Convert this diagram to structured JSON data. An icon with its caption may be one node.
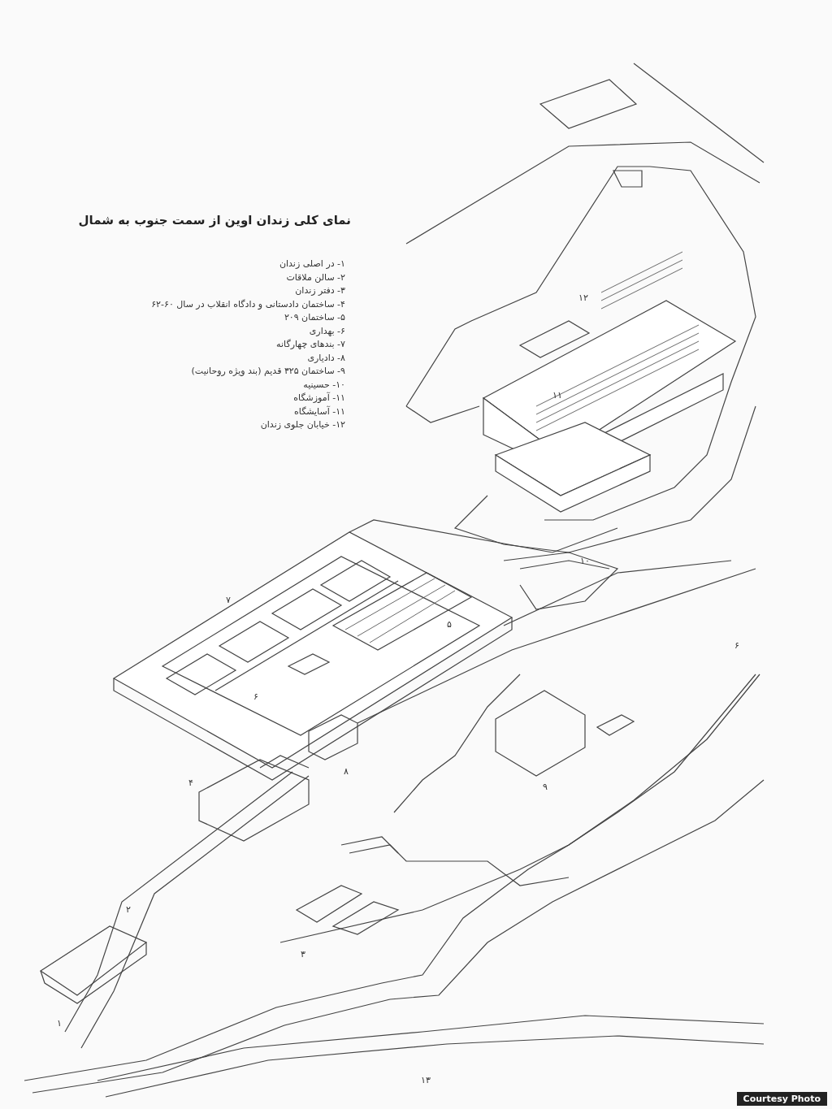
{
  "diagram": {
    "title": "نمای کلی زندان اوین از سمت جنوب به شمال",
    "caption": "Courtesy Photo",
    "labels": [
      "۱- در اصلی زندان",
      "۲- سالن ملاقات",
      "۳- دفتر زندان",
      "۴- ساختمان دادستانی و دادگاه انقلاب در سال ۶۰-۶۲",
      "۵- ساختمان ۲۰۹",
      "۶- بهداری",
      "۷- بندهای چهارگانه",
      "۸- دادیاری",
      "۹- ساختمان ۳۲۵ قدیم (بند ویژه روحانیت)",
      "۱۰- حسینیه",
      "۱۱- آموزشگاه",
      "۱۱- آسایشگاه",
      "۱۲- خیابان جلوی زندان",
      "۱۲",
      "۱۱",
      "۱۰",
      "۷",
      "۵",
      "۶",
      "۶",
      "۸",
      "۴",
      "۹",
      "۲",
      "۳",
      "۱",
      "۱۳"
    ]
  }
}
